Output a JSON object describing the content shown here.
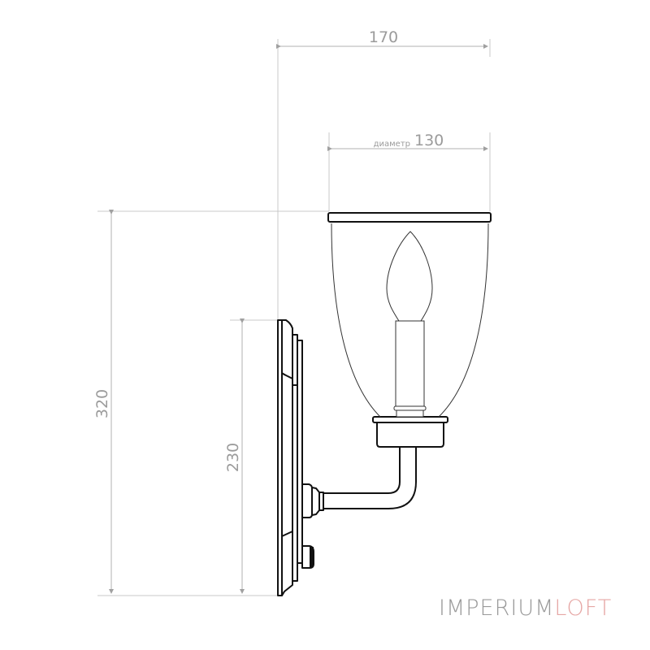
{
  "dimensions": {
    "width_total": {
      "value": "170"
    },
    "diameter": {
      "label": "диаметр",
      "value": "130"
    },
    "height_total": {
      "value": "320"
    },
    "backplate_height": {
      "value": "230"
    }
  },
  "brand": {
    "part1": "IMPERIUM",
    "part2": "LOFT",
    "colors": {
      "part1": "#9a9a9a",
      "part2": "#e6a7a5"
    }
  }
}
